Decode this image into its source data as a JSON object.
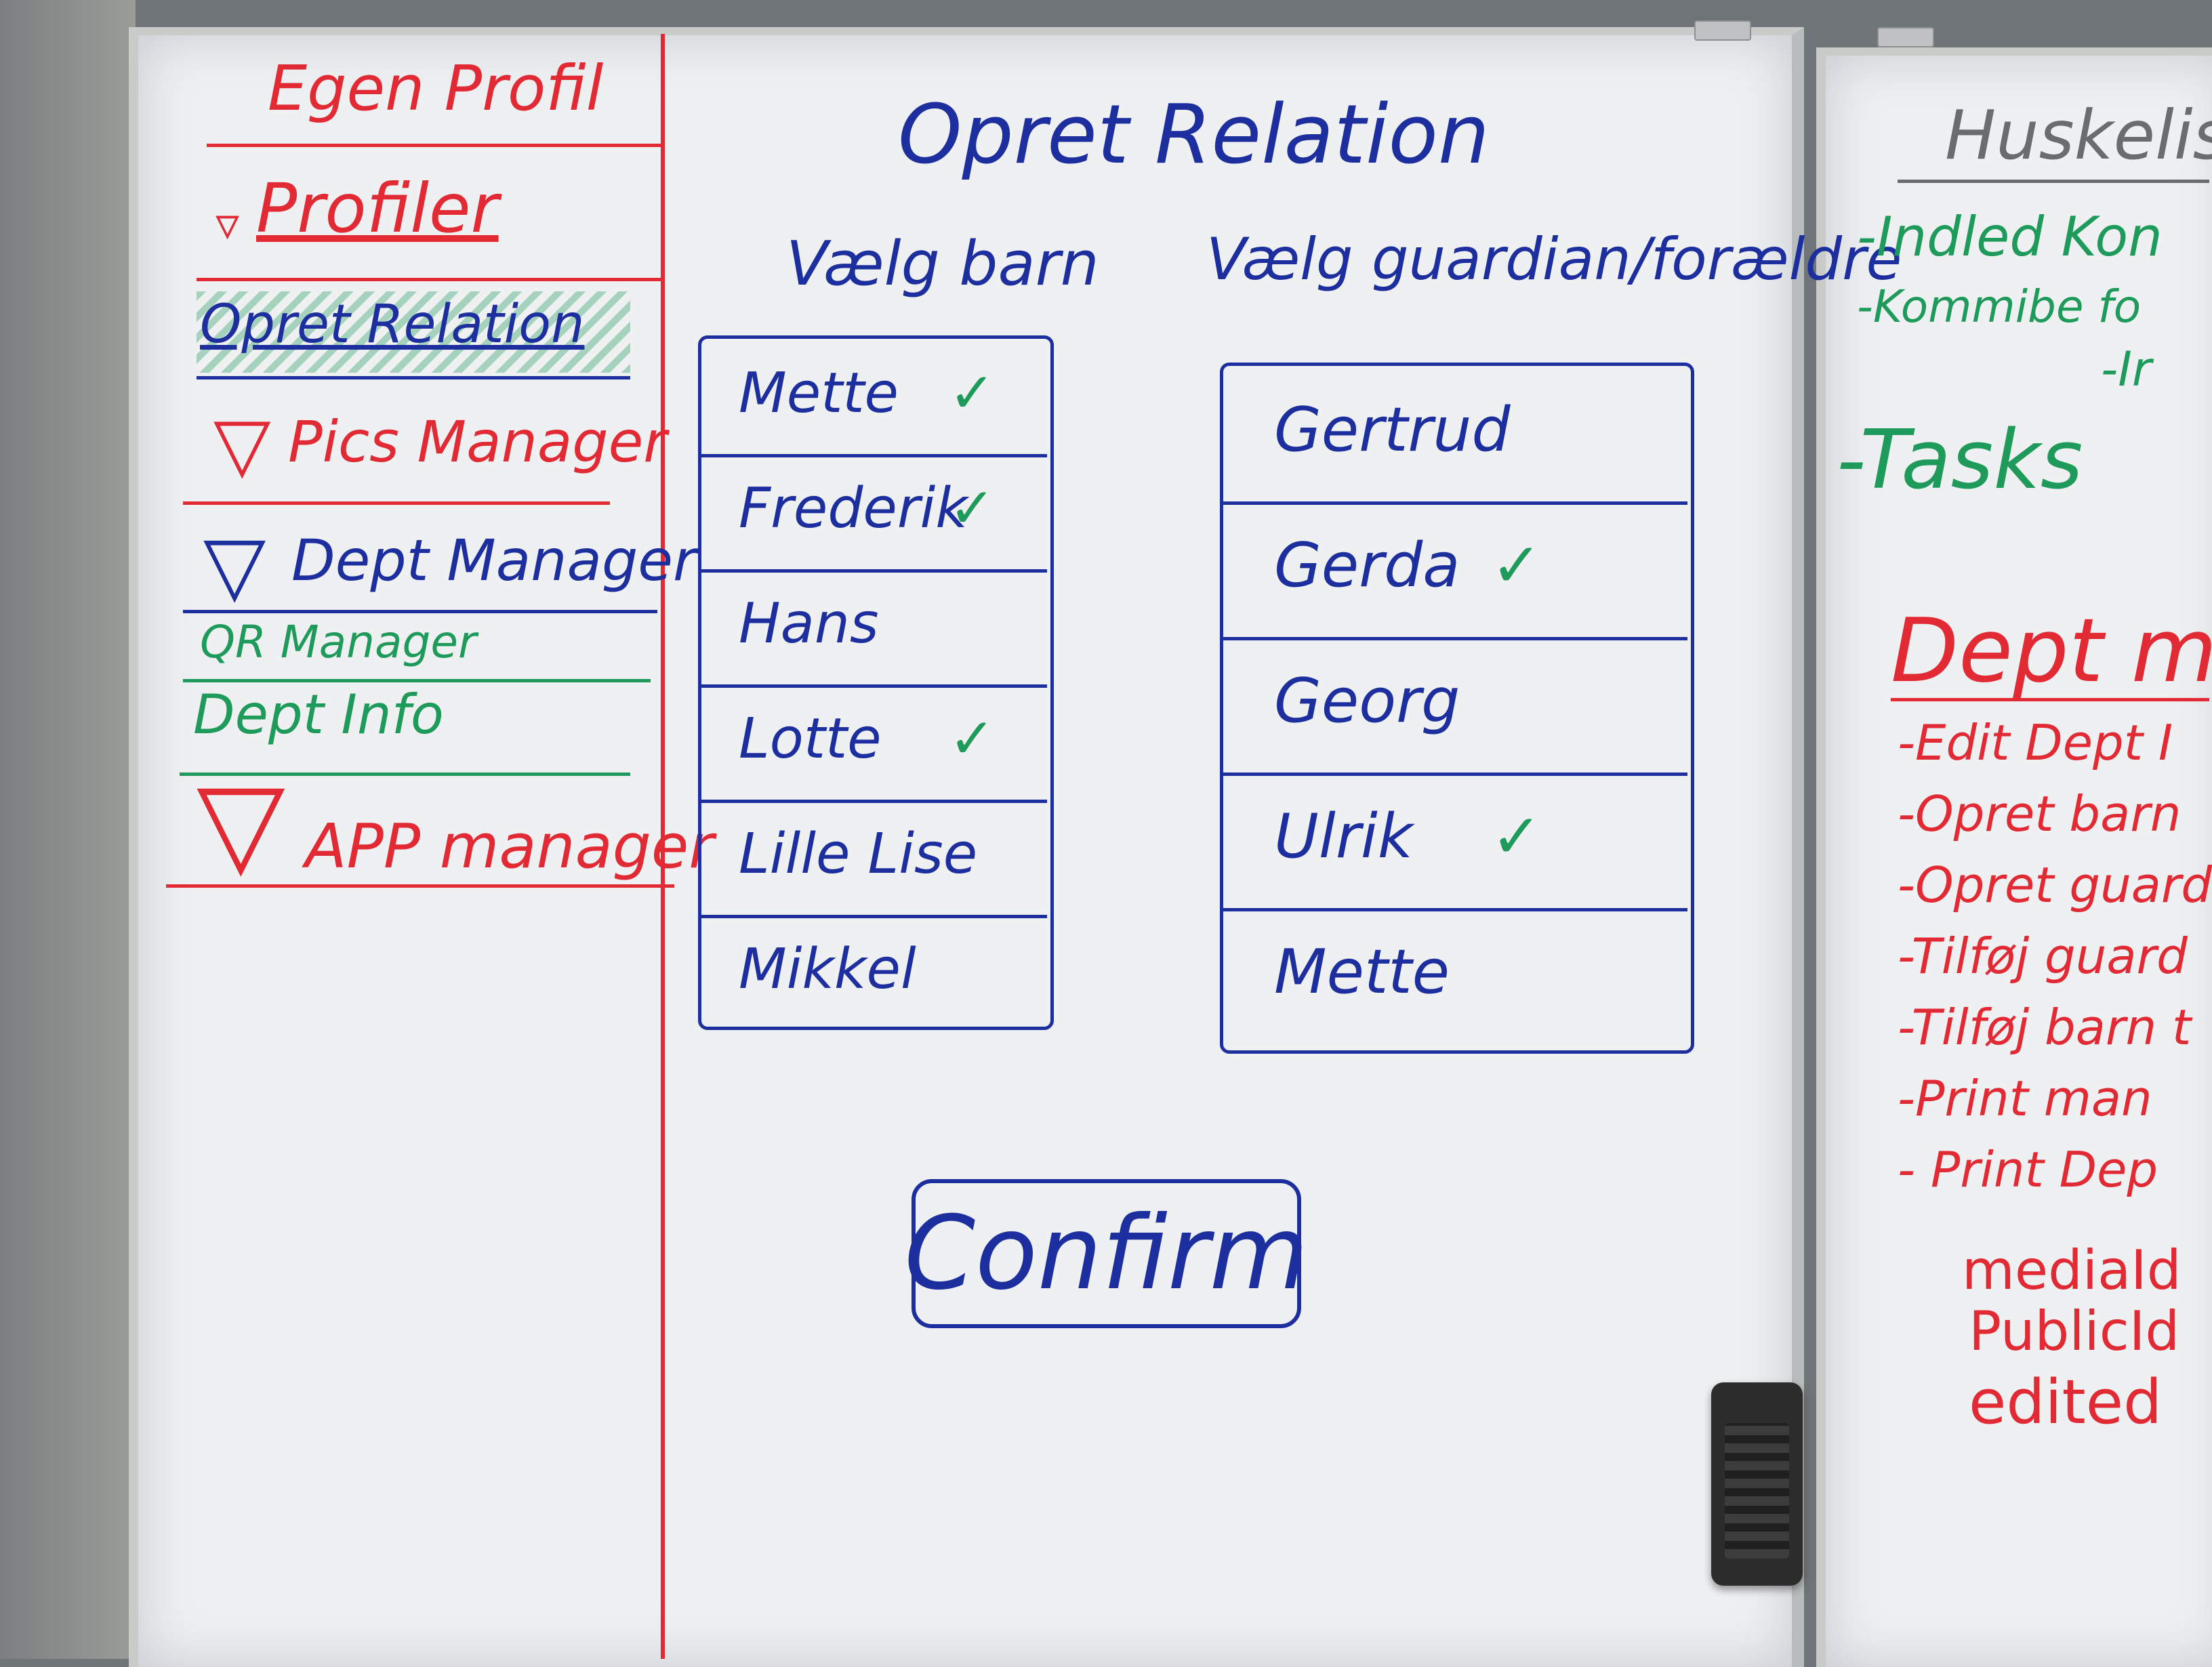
{
  "board_title": "Opret Relation",
  "sidebar": {
    "items": [
      {
        "label": "Egen Profil"
      },
      {
        "label": "Profiler",
        "marker": "▿"
      },
      {
        "label": "Opret Relation"
      },
      {
        "label": "Pics Manager",
        "marker": "▽"
      },
      {
        "label": "Dept Manager",
        "marker": "▽"
      },
      {
        "label": "QR Manager"
      },
      {
        "label": "Dept Info"
      },
      {
        "label": "APP manager",
        "marker": "▽"
      }
    ]
  },
  "children": {
    "heading": "Vælg barn",
    "items": [
      {
        "name": "Mette",
        "checked": true
      },
      {
        "name": "Frederik",
        "checked": true
      },
      {
        "name": "Hans",
        "checked": false
      },
      {
        "name": "Lotte",
        "checked": true
      },
      {
        "name": "Lille Lise",
        "checked": false
      },
      {
        "name": "Mikkel",
        "checked": false
      }
    ]
  },
  "guardians": {
    "heading": "Vælg guardian/forældre",
    "items": [
      {
        "name": "Gertrud",
        "checked": false
      },
      {
        "name": "Gerda",
        "checked": true
      },
      {
        "name": "Georg",
        "checked": false
      },
      {
        "name": "Ulrik",
        "checked": true
      },
      {
        "name": "Mette",
        "checked": false
      }
    ]
  },
  "check_mark": "✓",
  "confirm_label": "Confirm",
  "right_board": {
    "title": "Huskeliste",
    "green_items": [
      "-Indled Kon",
      "-Kommibe fo",
      "-Ir",
      "-Tasks"
    ],
    "red_heading": "Dept ma",
    "red_items": [
      "-Edit Dept I",
      "-Opret barn",
      "-Opret guard",
      "-Tilføj guard",
      "-Tilføj barn t",
      "-Print man",
      "- Print Dep"
    ],
    "red_notes": [
      "mediaId",
      "PublicId",
      "edited"
    ]
  },
  "colors": {
    "red": "#e22a35",
    "blue": "#1d2f9e",
    "green": "#1e9a5b",
    "board": "#eef0f2"
  }
}
